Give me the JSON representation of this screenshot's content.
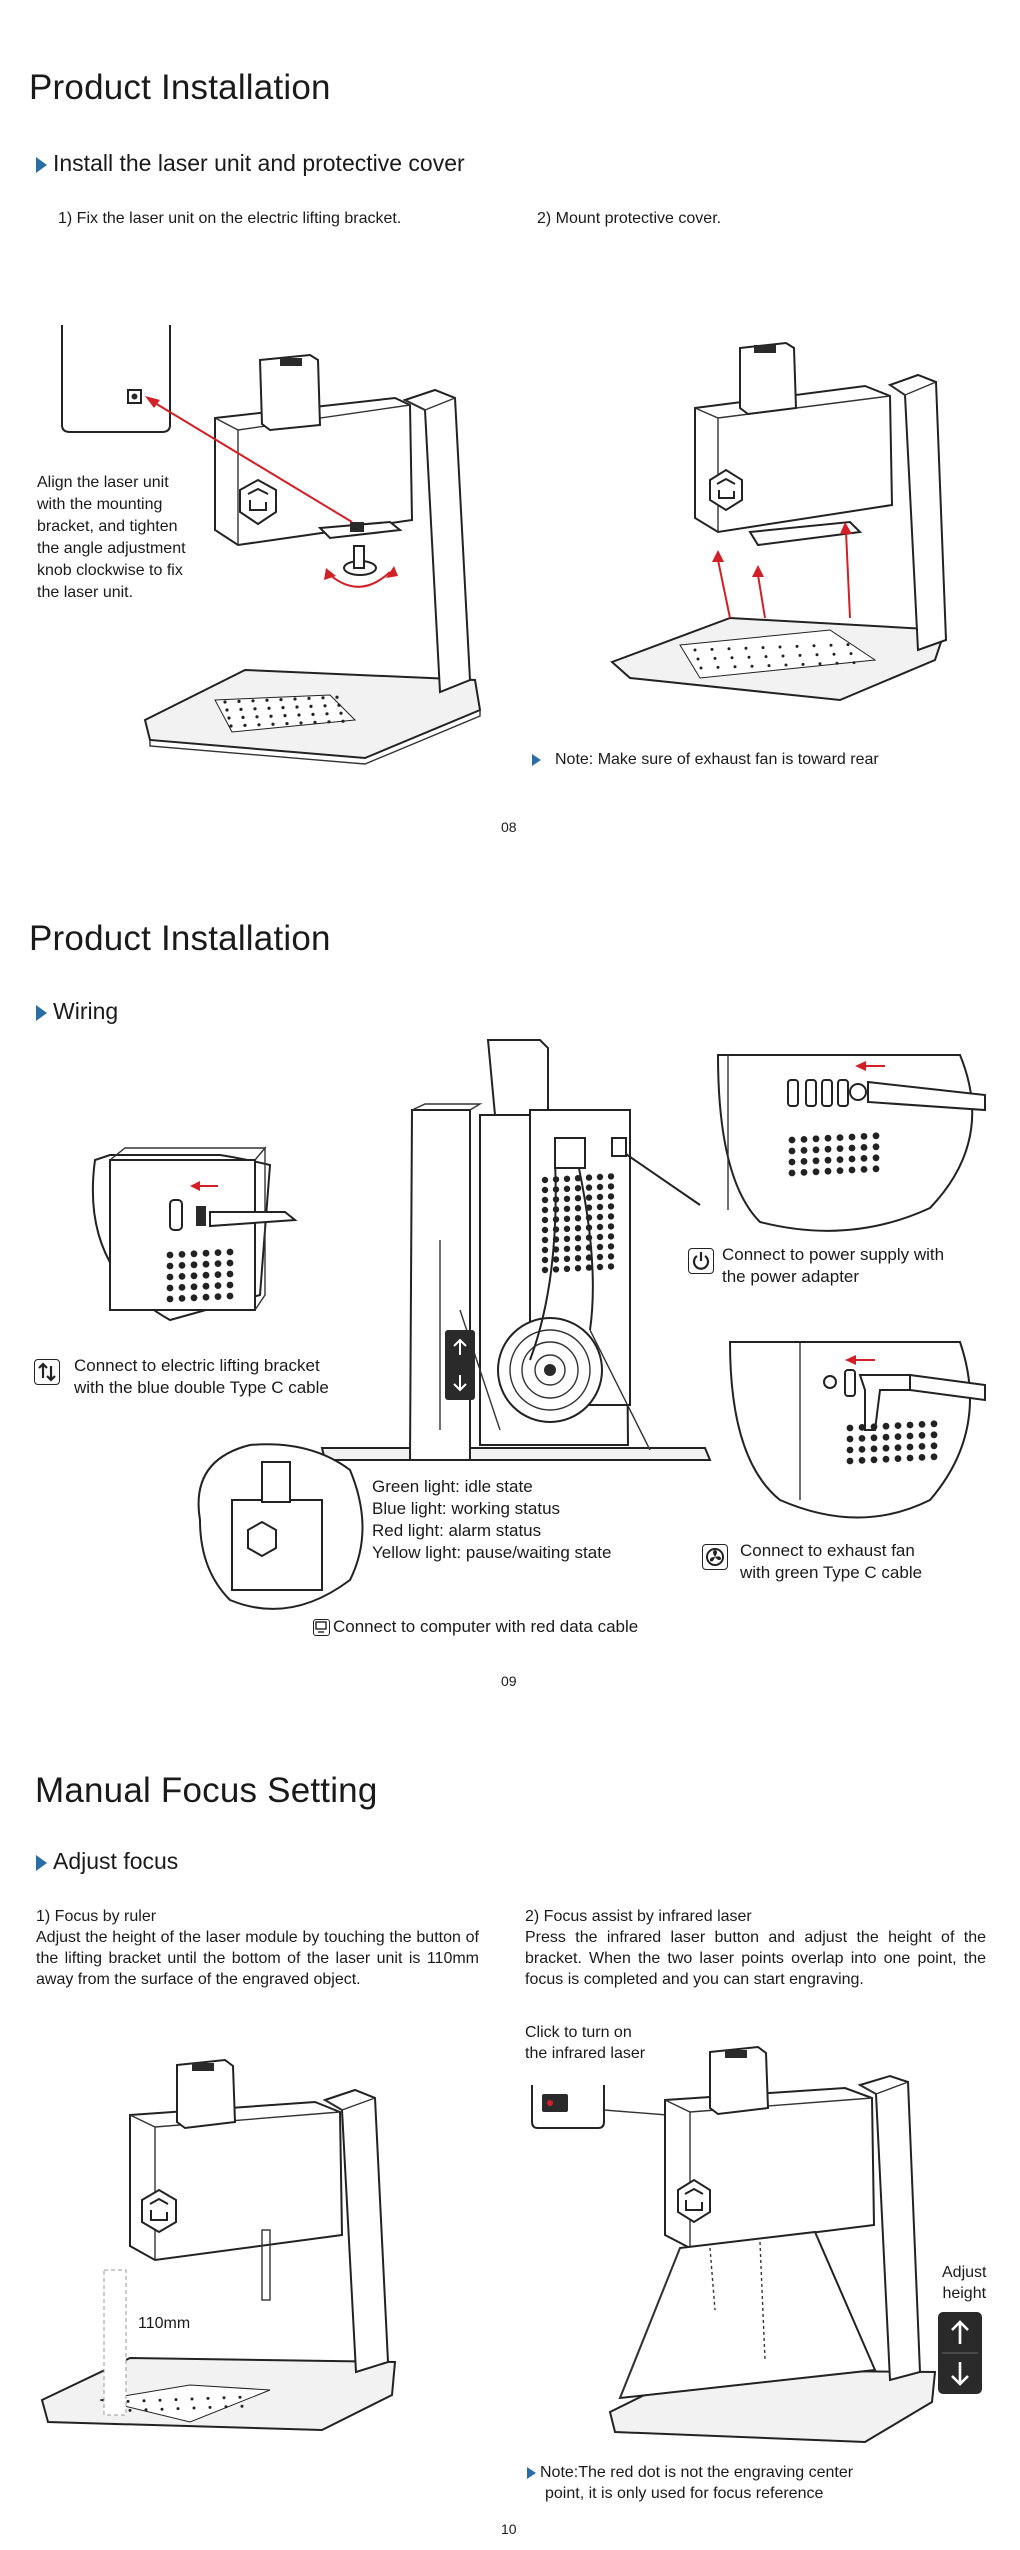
{
  "page1": {
    "title": "Product Installation",
    "section": "Install the laser unit and protective cover",
    "step1": "1)  Fix the laser unit on the electric lifting bracket.",
    "step2": "2)  Mount protective cover.",
    "callout": [
      "Align the laser unit",
      "with the mounting",
      "bracket, and tighten",
      "the angle adjustment",
      "knob clockwise to fix",
      "the laser unit."
    ],
    "note": "Note: Make sure of exhaust fan is toward rear",
    "page_number": "08"
  },
  "page2": {
    "title": "Product Installation",
    "section": "Wiring",
    "lifting": [
      "Connect to electric lifting bracket",
      "with the blue double Type C cable"
    ],
    "power": [
      "Connect to power supply with",
      "the power adapter"
    ],
    "lights": [
      "Green light: idle state",
      "Blue light: working status",
      "Red light: alarm status",
      "Yellow light: pause/waiting state"
    ],
    "fan": [
      "Connect to exhaust fan",
      "with green Type C cable"
    ],
    "computer": "Connect to computer with red data cable",
    "page_number": "09"
  },
  "page3": {
    "title": "Manual Focus Setting",
    "section": "Adjust focus",
    "left_heading": "1) Focus by ruler",
    "left_body": "Adjust the height of the laser module by touching the button of the lifting bracket until the bottom of the laser unit is 110mm away from the surface of the engraved object.",
    "right_heading": "2)  Focus assist by infrared laser",
    "right_body": "Press the infrared laser button and adjust the height of the bracket. When the two laser points overlap into one point, the focus is completed and you can start engraving.",
    "click_label": [
      "Click to turn on",
      "the infrared laser"
    ],
    "ruler_label": "110mm",
    "adjust_label": [
      "Adjust",
      "height"
    ],
    "note": [
      "Note:The red dot is not the engraving center",
      "point, it is only used for focus reference"
    ],
    "page_number": "10"
  },
  "icons": {
    "bullet": "triangle-bullet-icon",
    "power": "power-icon",
    "lifting": "updown-arrows-icon",
    "fan": "fan-icon",
    "computer": "computer-icon"
  },
  "colors": {
    "accent": "#2a6ea8",
    "arrow": "#d31f26"
  }
}
